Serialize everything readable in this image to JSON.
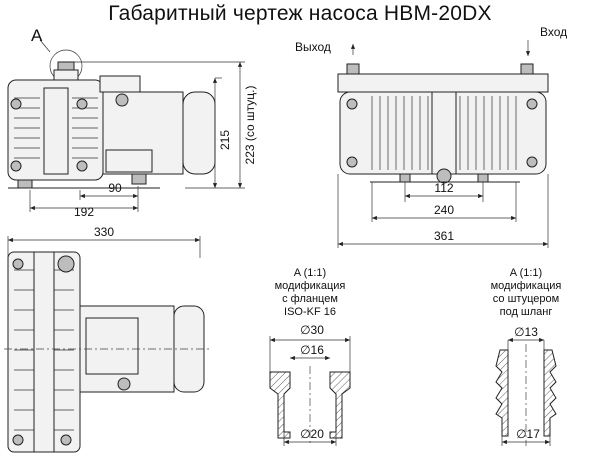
{
  "title": "Габаритный чертеж насоса НВМ-20DX",
  "callout_a": "A",
  "ports": {
    "outlet": "Выход",
    "inlet": "Вход"
  },
  "dims": {
    "d215": "215",
    "d223": "223 (со штуц.)",
    "d90": "90",
    "d192": "192",
    "d330": "330",
    "d112": "112",
    "d240": "240",
    "d361": "361"
  },
  "detail_flange": {
    "line1": "A (1:1)",
    "line2": "модификация",
    "line3": "с фланцем",
    "line4": "ISO-KF 16",
    "d_outer": "∅30",
    "d_inner": "∅16",
    "d_base": "∅20"
  },
  "detail_hose": {
    "line1": "A (1:1)",
    "line2": "модификация",
    "line3": "со штуцером",
    "line4": "под шланг",
    "d_top": "∅13",
    "d_bottom": "∅17"
  }
}
